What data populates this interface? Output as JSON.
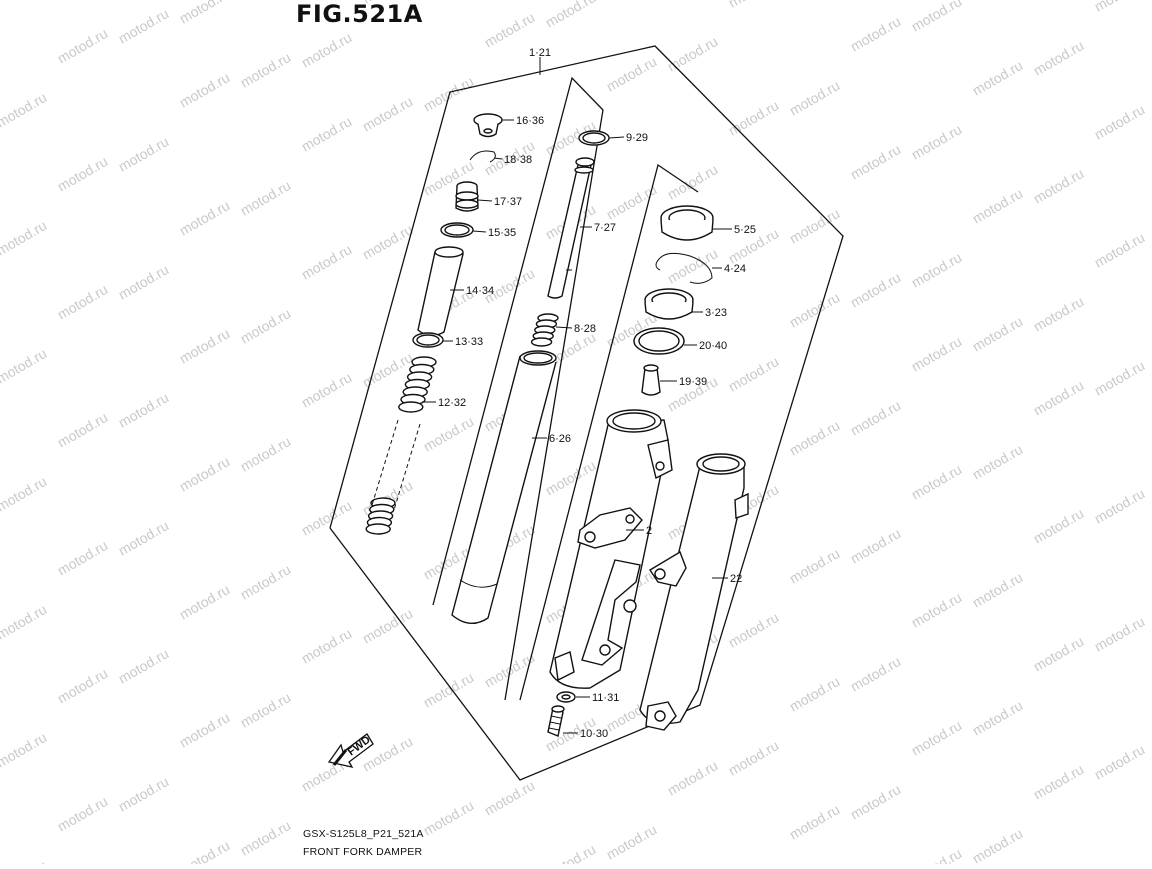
{
  "figure": {
    "title": "FIG.521A"
  },
  "footer": {
    "code": "GSX-S125L8_P21_521A",
    "name": "FRONT FORK DAMPER"
  },
  "watermark": {
    "text": "motod.ru"
  },
  "fwd_arrow": {
    "label": "FWD"
  },
  "callouts": {
    "assembly": "1·21",
    "c16": "16·36",
    "c18": "18·38",
    "c17": "17·37",
    "c15": "15·35",
    "c14": "14·34",
    "c13": "13·33",
    "c12": "12·32",
    "c9": "9·29",
    "c7": "7·27",
    "c8": "8·28",
    "c6": "6·26",
    "c5": "5·25",
    "c4": "4·24",
    "c3": "3·23",
    "c20": "20·40",
    "c19": "19·39",
    "c2": "2",
    "c22": "22",
    "c11": "11·31",
    "c10": "10·30"
  },
  "colors": {
    "line": "#111111",
    "watermark": "#c9c9c9",
    "background": "#ffffff"
  }
}
